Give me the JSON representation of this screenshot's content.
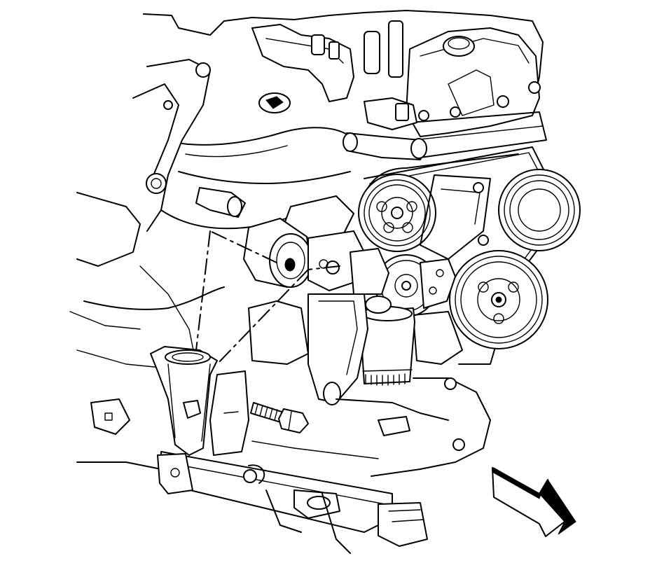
{
  "figure": {
    "type": "technical line drawing",
    "parts": [
      "engine-block",
      "valve-cover",
      "coolant-hoses",
      "accessory-pulleys",
      "drive-belt",
      "belt-tensioner",
      "engine-mount",
      "oil-filter",
      "frame-bracket",
      "mount-bolt",
      "subframe-crossmember",
      "direction-arrow"
    ],
    "colors": {
      "line": "#000000",
      "background": "#ffffff"
    }
  }
}
